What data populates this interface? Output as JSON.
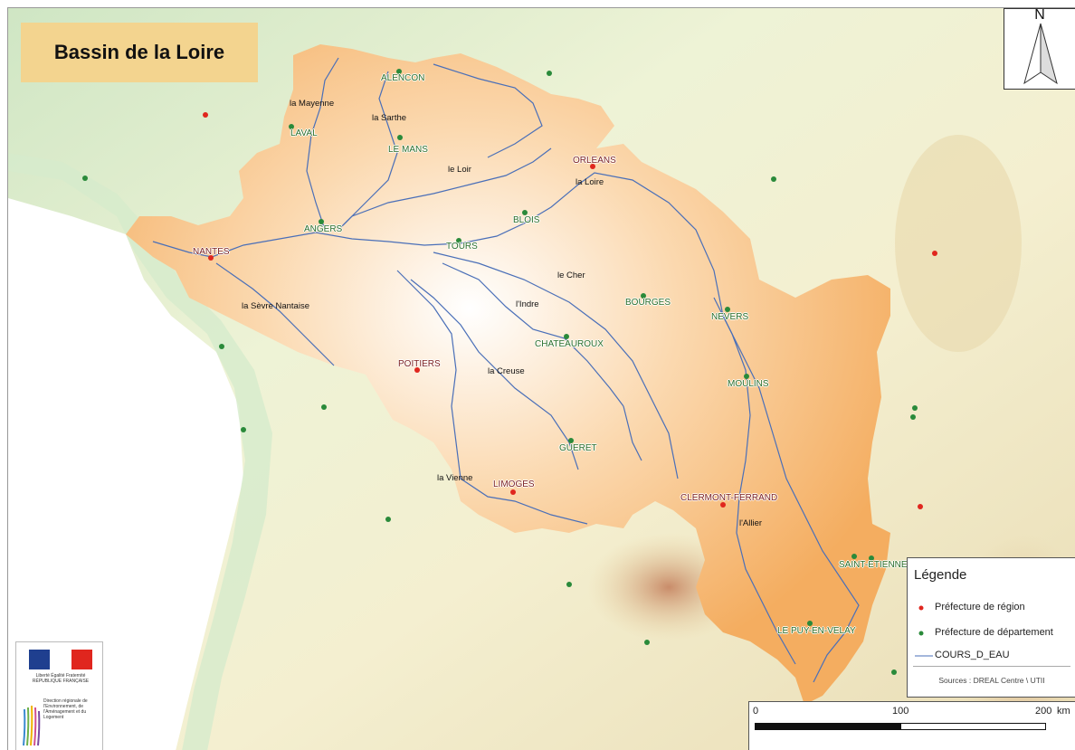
{
  "title": "Bassin de la Loire",
  "north_label": "N",
  "colors": {
    "basin": "#f4b36b",
    "region_dot": "#e0261e",
    "dept_dot": "#2a8a3a",
    "river": "#4a6fb8",
    "title_bg": "#f3d48f"
  },
  "legend": {
    "title": "Légende",
    "region": "Préfecture de région",
    "dept": "Préfecture de département",
    "river": "COURS_D_EAU",
    "sources": "Sources : DREAL Centre \\ UTII"
  },
  "scale": {
    "tick0": "0",
    "tick1": "100",
    "tick2": "200",
    "unit": "km"
  },
  "cities": {
    "alencon": "ALENCON",
    "laval": "LAVAL",
    "le_mans": "LE MANS",
    "orleans": "ORLEANS",
    "angers": "ANGERS",
    "blois": "BLOIS",
    "tours": "TOURS",
    "nantes": "NANTES",
    "bourges": "BOURGES",
    "nevers": "NEVERS",
    "chateauroux": "CHATEAUROUX",
    "poitiers": "POITIERS",
    "moulins": "MOULINS",
    "gueret": "GUERET",
    "limoges": "LIMOGES",
    "clermont": "CLERMONT-FERRAND",
    "saint_etienne": "SAINT-ETIENNE",
    "le_puy": "LE PUY-EN-VELAY"
  },
  "rivers": {
    "mayenne": "la Mayenne",
    "sarthe": "la Sarthe",
    "loir": "le Loir",
    "loire": "la Loire",
    "sevre": "la Sèvre Nantaise",
    "cher": "le Cher",
    "indre": "l'Indre",
    "creuse": "la Creuse",
    "vienne": "la Vienne",
    "allier": "l'Allier"
  },
  "logo": {
    "rf_caption": "Liberté Égalité Fraternité RÉPUBLIQUE FRANÇAISE",
    "dreal_caption": "Direction régionale de l'Environnement, de l'Aménagement et du Logement"
  }
}
